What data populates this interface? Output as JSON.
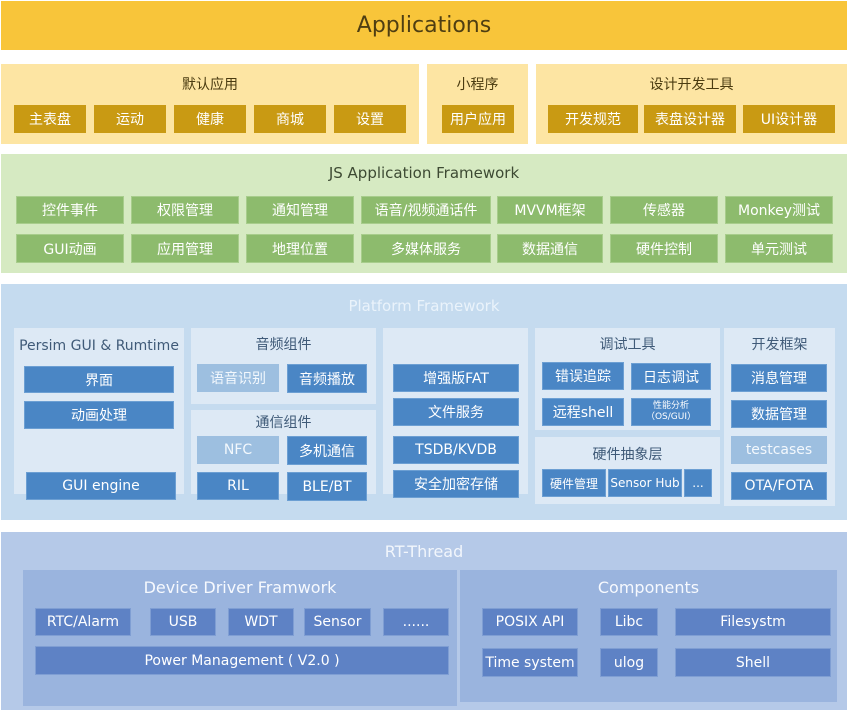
{
  "applications": {
    "title": "Applications",
    "default_apps": {
      "title": "默认应用",
      "items": [
        "主表盘",
        "运动",
        "健康",
        "商城",
        "设置"
      ]
    },
    "mini_program": {
      "title": "小程序",
      "items": [
        "用户应用"
      ]
    },
    "dev_tools": {
      "title": "设计开发工具",
      "items": [
        "开发规范",
        "表盘设计器",
        "UI设计器"
      ]
    }
  },
  "js_framework": {
    "title": "JS Application Framework",
    "row1": [
      "控件事件",
      "权限管理",
      "通知管理",
      "语音/视频通话件",
      "MVVM框架",
      "传感器",
      "Monkey测试"
    ],
    "row2": [
      "GUI动画",
      "应用管理",
      "地理位置",
      "多媒体服务",
      "数据通信",
      "硬件控制",
      "单元测试"
    ]
  },
  "platform": {
    "title": "Platform Framework",
    "gui": {
      "title": "Persim GUI & Rumtime",
      "items": [
        "界面",
        "动画处理",
        "GUI engine"
      ]
    },
    "audio": {
      "title": "音频组件",
      "items": [
        "语音识别",
        "音频播放"
      ]
    },
    "comm": {
      "title": "通信组件",
      "items": [
        "NFC",
        "多机通信",
        "RIL",
        "BLE/BT"
      ]
    },
    "storage": {
      "items": [
        "增强版FAT",
        "文件服务",
        "TSDB/KVDB",
        "安全加密存储"
      ]
    },
    "debug": {
      "title": "调试工具",
      "items": [
        "错误追踪",
        "日志调试",
        "远程shell"
      ],
      "perf_line1": "性能分析",
      "perf_line2": "（OS/GUI）"
    },
    "hal": {
      "title": "硬件抽象层",
      "items": [
        "硬件管理",
        "Sensor Hub",
        "..."
      ]
    },
    "devfw": {
      "title": "开发框架",
      "items": [
        "消息管理",
        "数据管理",
        "testcases",
        "OTA/FOTA"
      ]
    }
  },
  "rtthread": {
    "title": "RT-Thread",
    "drivers": {
      "title": "Device Driver Framwork",
      "items": [
        "RTC/Alarm",
        "USB",
        "WDT",
        "Sensor",
        "......"
      ],
      "power": "Power Management ( V2.0 )"
    },
    "components": {
      "title": "Components",
      "items": [
        "POSIX API",
        "Libc",
        "Filesystm",
        "Time system",
        "ulog",
        "Shell"
      ]
    }
  }
}
